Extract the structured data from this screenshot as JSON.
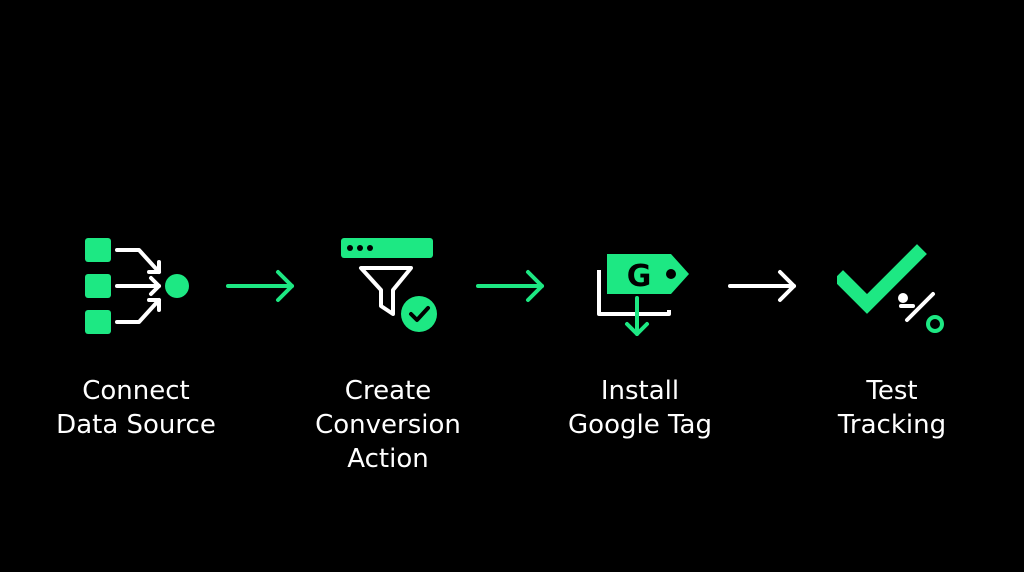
{
  "colors": {
    "background": "#000000",
    "accent": "#1de883",
    "text": "#ffffff",
    "arrow_neutral": "#ffffff"
  },
  "steps": [
    {
      "label": "Connect\nData Source",
      "icon": "merge-data-sources-icon"
    },
    {
      "label": "Create\nConversion\nAction",
      "icon": "funnel-check-icon"
    },
    {
      "label": "Install\nGoogle Tag",
      "icon": "google-tag-icon"
    },
    {
      "label": "Test\nTracking",
      "icon": "checkmark-percent-icon"
    }
  ],
  "connectors": [
    {
      "icon": "arrow-right-icon",
      "color": "accent"
    },
    {
      "icon": "arrow-right-icon",
      "color": "accent"
    },
    {
      "icon": "arrow-right-icon",
      "color": "arrow_neutral"
    }
  ]
}
